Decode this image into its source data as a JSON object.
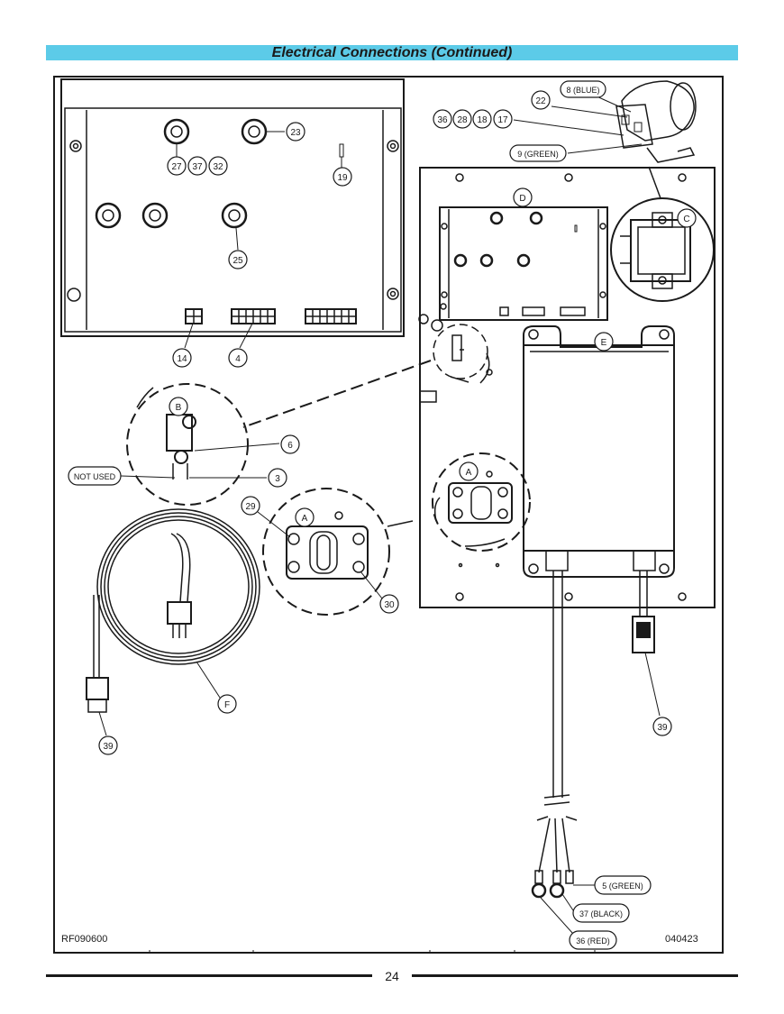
{
  "title": "Electrical Connections (Continued)",
  "page_number": "24",
  "drawing_code_left": "RF090600",
  "drawing_code_right": "040423",
  "callouts": {
    "c23": "23",
    "c27": "27",
    "c37a": "37",
    "c32": "32",
    "c19": "19",
    "c25": "25",
    "c14": "14",
    "c4": "4",
    "c6": "6",
    "c3": "3",
    "c29": "29",
    "c30": "30",
    "cF": "F",
    "c39a": "39",
    "c39b": "39",
    "c22": "22",
    "c8": "8 (BLUE)",
    "c36a": "36",
    "c28": "28",
    "c18": "18",
    "c17": "17",
    "c9": "9 (GREEN)",
    "cD": "D",
    "cC": "C",
    "cE": "E",
    "cB": "B",
    "cA1": "A",
    "cA2": "A",
    "c5": "5 (GREEN)",
    "c37b": "37 (BLACK)",
    "c36b": "36 (RED)",
    "not_used": "NOT USED"
  },
  "colors": {
    "title_bar": "#5ccbe8",
    "line": "#1a1a1a"
  }
}
